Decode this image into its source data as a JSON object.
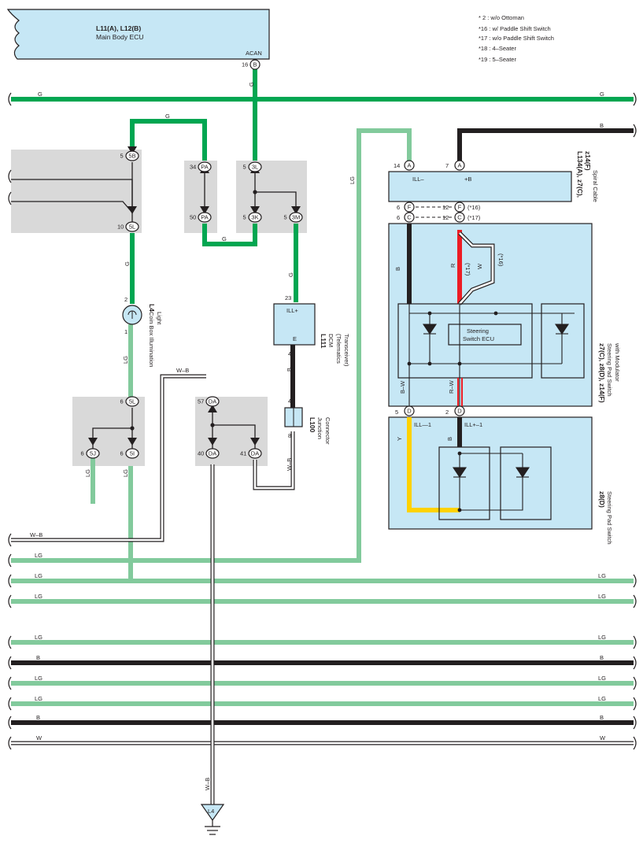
{
  "notes": [
    "* 2 : w/o Ottoman",
    "*16 : w/ Paddle Shift Switch",
    "*17 : w/o Paddle Shift Switch",
    "*18 : 4–Seater",
    "*19 : 5–Seater"
  ],
  "components": {
    "main_body_ecu": {
      "code": "L11(A), L12(B)",
      "name": "Main Body ECU",
      "terminal": "ACAN",
      "pin_no": "16",
      "pin": "B"
    },
    "coin_light": {
      "code": "L4",
      "name1": "Coin Box Illumination",
      "name2": "Light",
      "pin_top": "2",
      "pin_bot": "1"
    },
    "dcm": {
      "code": "L111",
      "name1": "DCM",
      "name2": "(Telematics",
      "name3": "Transceiver)",
      "term_ill": "ILL+",
      "term_e": "E",
      "pin_ill": "23",
      "pin_e": "4"
    },
    "junction": {
      "code": "L100",
      "name1": "Junction",
      "name2": "Connector",
      "pin_top": "4",
      "pin_bot": "8"
    },
    "spiral": {
      "code": "L134(A), z7(C),",
      "code2": "z14(F)",
      "name": "Spiral Cable",
      "term_ill": "ILL–",
      "term_b": "+B",
      "pin_a14": "14",
      "pin_a7": "7",
      "pin_f6": "6",
      "pin_f12": "12",
      "note16": "(*16)",
      "pin_c6": "6",
      "pin_c12": "12",
      "note17": "(*17)"
    },
    "pad_switch_mod": {
      "code": "z7(C), z8(D), z14(F)",
      "name1": "Steering Pad Switch",
      "name2": "with Modulator",
      "inner": "Steering",
      "inner2": "Switch ECU",
      "note17": "(*17)",
      "note16": "(*16)"
    },
    "pad_switch": {
      "code": "z8(D)",
      "name": "Steering Pad Switch",
      "term1": "ILL—1",
      "term2": "ILL+–1",
      "pin_d5": "5",
      "pin_d2": "2"
    }
  },
  "junction_blocks": {
    "5B": {
      "no": "5",
      "pin": "5B"
    },
    "5L_a": {
      "no": "10",
      "pin": "5L"
    },
    "PA_top": {
      "no": "34",
      "pin": "PA"
    },
    "PA_bot": {
      "no": "50",
      "pin": "PA"
    },
    "3L": {
      "no": "5",
      "pin": "3L"
    },
    "3K": {
      "no": "5",
      "pin": "3K"
    },
    "3M": {
      "no": "5",
      "pin": "3M"
    },
    "5L_b": {
      "no": "6",
      "pin": "5L"
    },
    "5J": {
      "no": "6",
      "pin": "5J"
    },
    "5I": {
      "no": "6",
      "pin": "5I"
    },
    "DA_top": {
      "no": "57",
      "pin": "DA"
    },
    "DA_l": {
      "no": "40",
      "pin": "DA"
    },
    "DA_r": {
      "no": "41",
      "pin": "DA"
    }
  },
  "wire_labels": {
    "g": "G",
    "lg": "LG",
    "b": "B",
    "w": "W",
    "wb": "W–B",
    "r": "R",
    "y": "Y",
    "bw": "B–W",
    "rw": "R–W"
  },
  "ground": {
    "label": "L4"
  },
  "colors": {
    "green": "#00a651",
    "lightgreen": "#82ca9c",
    "black": "#231f20",
    "red": "#ed1c24",
    "yellow": "#ffd200",
    "ecu_fill": "#c6e7f5",
    "jb_fill": "#d9d9d9"
  }
}
